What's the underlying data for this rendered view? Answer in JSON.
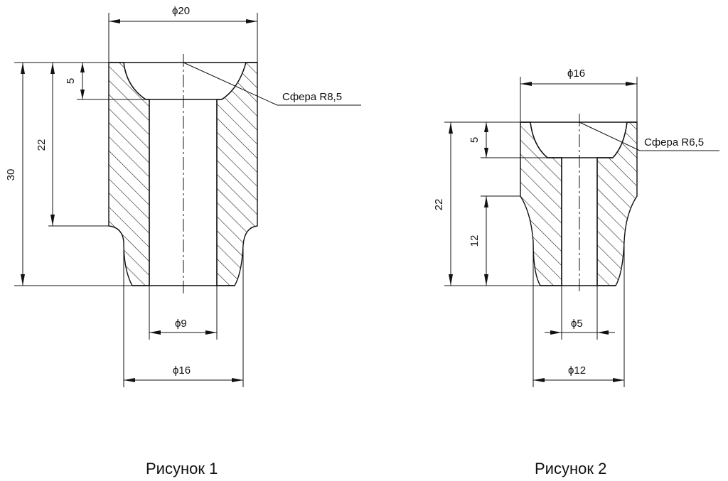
{
  "figure1": {
    "caption": "Рисунок 1",
    "dims": {
      "d_top": "ϕ20",
      "h_total": "30",
      "h_upper": "22",
      "h_cup": "5",
      "d_hole": "ϕ9",
      "d_bottom": "ϕ16"
    },
    "leader": "Сфера R8,5"
  },
  "figure2": {
    "caption": "Рисунок 2",
    "dims": {
      "d_top": "ϕ16",
      "h_total": "22",
      "h_cup": "5",
      "h_lower": "12",
      "d_hole": "ϕ5",
      "d_bottom": "ϕ12"
    },
    "leader": "Сфера R6,5"
  },
  "colors": {
    "ink": "#111111",
    "paper": "#ffffff"
  }
}
